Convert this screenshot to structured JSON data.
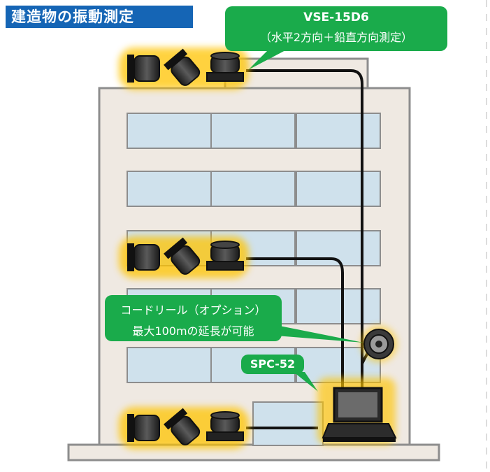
{
  "title": "建造物の振動測定",
  "callouts": {
    "sensor": {
      "line1": "VSE-15D6",
      "line2": "（水平2方向＋鉛直方向測定）"
    },
    "cord_reel": {
      "line1": "コードリール（オプション）",
      "line2": "最大100mの延長が可能"
    },
    "logger": {
      "line1": "SPC-52"
    }
  },
  "colors": {
    "title_bg": "#1565b5",
    "callout_bg": "#1aab4b",
    "building_wall": "#efe9e2",
    "building_outline": "#8d8d8d",
    "window_glass": "#cfe1ec",
    "sensor_glow": "#ffc400",
    "cable": "#111111"
  },
  "sensor_groups": [
    "top-floor-sensors",
    "middle-floor-sensors",
    "ground-floor-sensors"
  ]
}
